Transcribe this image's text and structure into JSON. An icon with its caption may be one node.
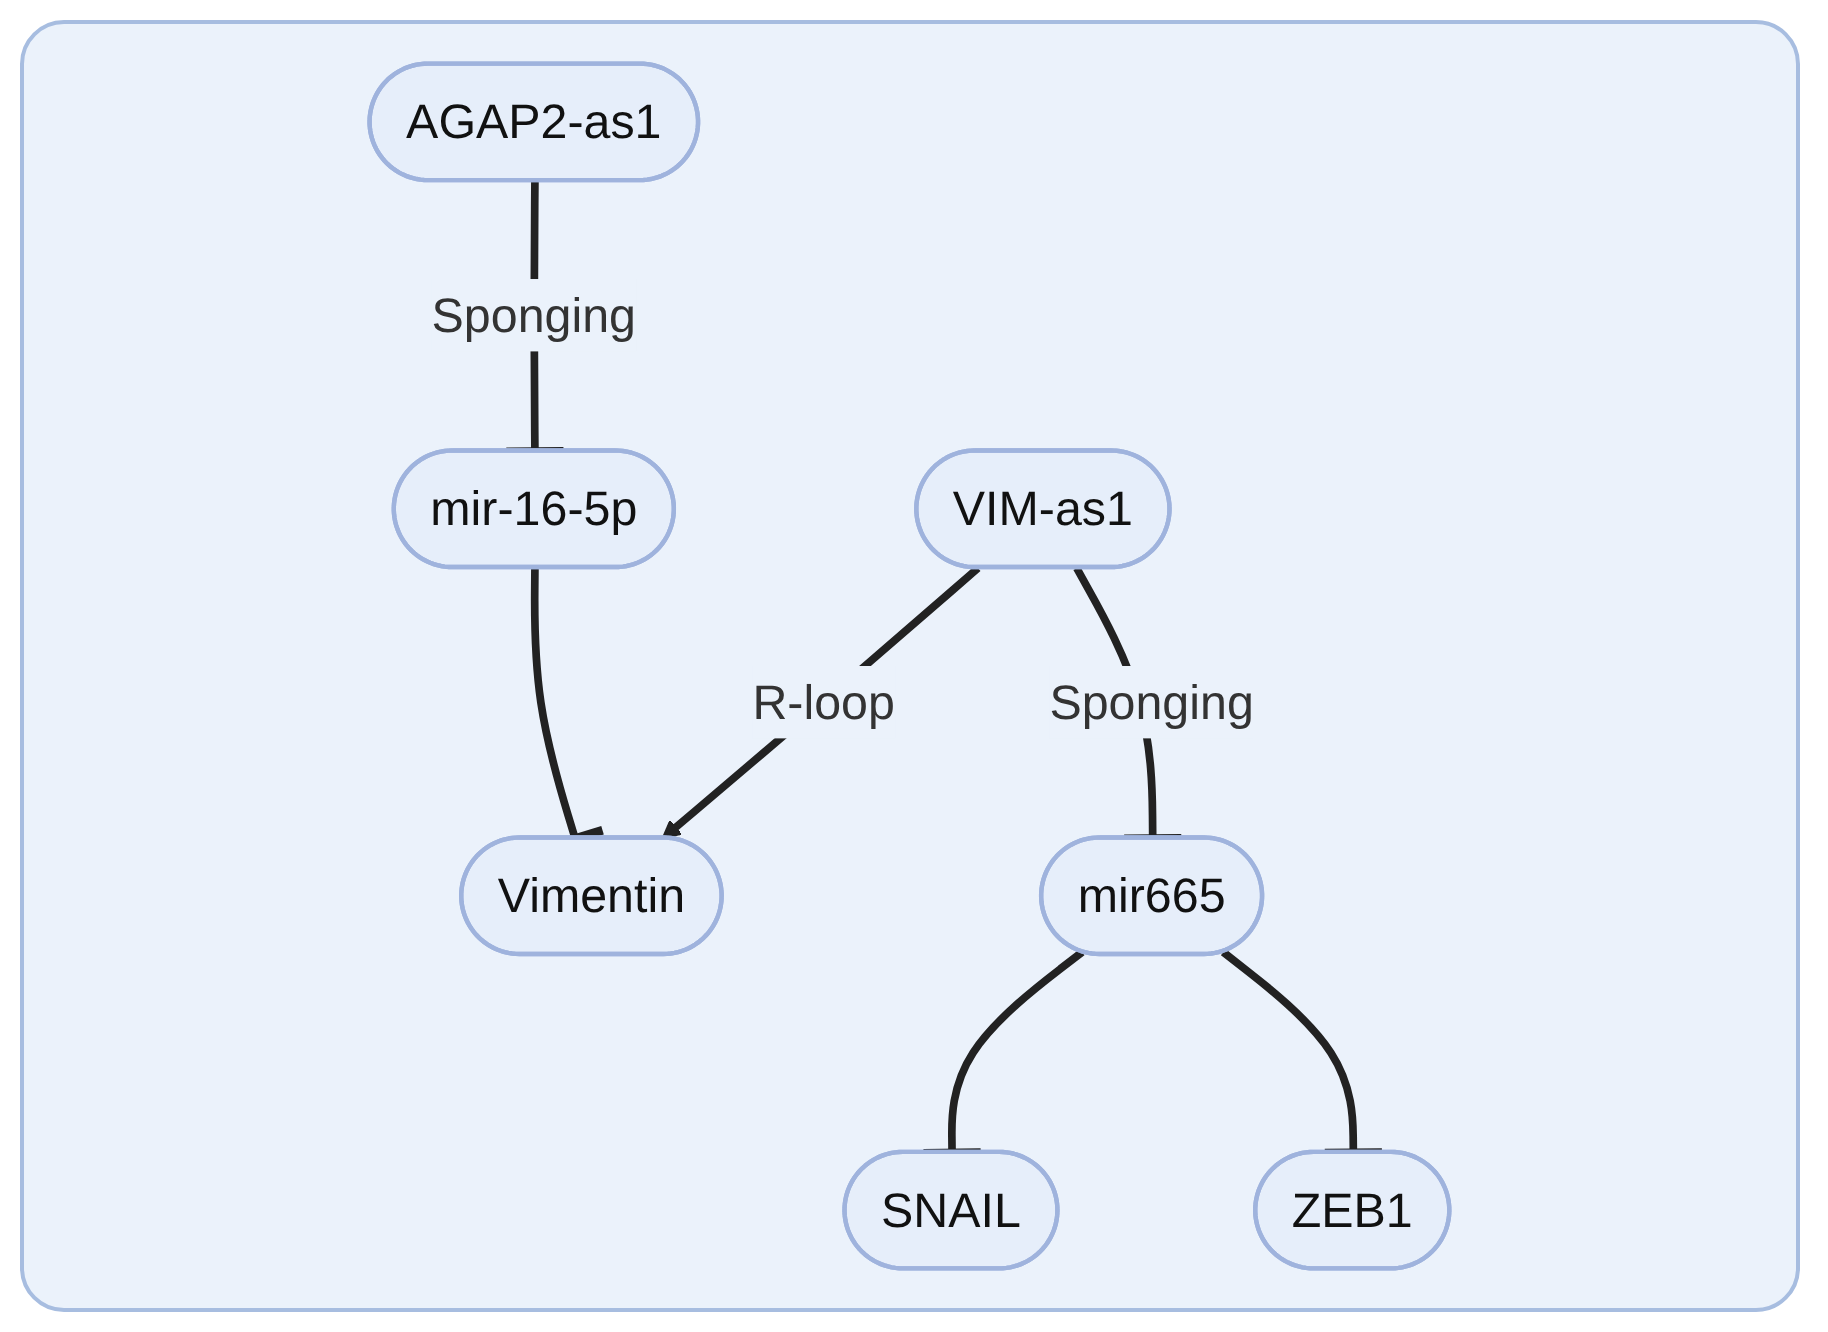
{
  "diagram": {
    "nodes": [
      {
        "text": [
          "VIM-as1"
        ]
      },
      {
        "text": [
          "Vimentin"
        ]
      },
      {
        "text": [
          "mir665"
        ]
      },
      {
        "text": [
          "mir-16-5p"
        ]
      },
      {
        "text": [
          "SNAIL"
        ]
      },
      {
        "text": [
          "ZEB1"
        ]
      },
      {
        "text": [
          "AGAP2-as1"
        ]
      }
    ],
    "edges": [
      {
        "from": 0,
        "to": 1,
        "arrow": "to",
        "label": "R-loop"
      },
      {
        "from": 0,
        "to": 2,
        "arrow": "other",
        "label": "Sponging"
      },
      {
        "from": 2,
        "to": 4,
        "arrow": "other"
      },
      {
        "from": 2,
        "to": 5,
        "arrow": "other"
      },
      {
        "from": 3,
        "to": 1,
        "arrow": "other"
      },
      {
        "from": 6,
        "to": 3,
        "arrow": "other",
        "label": "Sponging"
      }
    ]
  }
}
